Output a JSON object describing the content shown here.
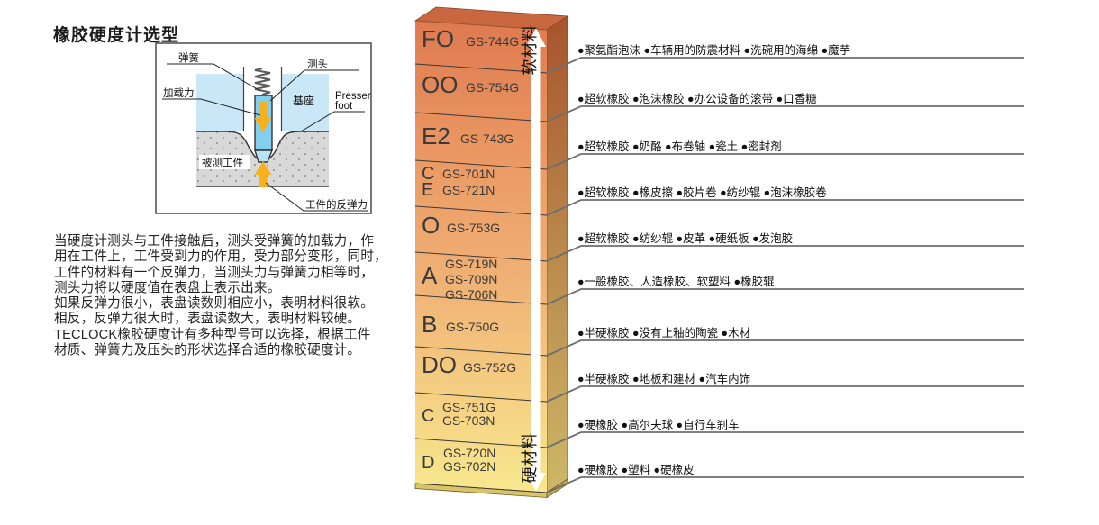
{
  "title": "橡胶硬度计选型",
  "diagram": {
    "labels": {
      "spring": "弹簧",
      "indenter": "测头",
      "load_force": "加载力",
      "base": "基座",
      "presser_foot": [
        "Presser",
        "foot"
      ],
      "workpiece": "被测工件",
      "rebound_force": "工件的反弹力"
    }
  },
  "description": {
    "text": "当硬度计测头与工件接触后，测头受弹簧的加载力，作\n用在工件上，工件受到力的作用，受力部分变形，同时，\n工件的材料有一个反弹力，当测头力与弹簧力相等时，\n测头力将以硬度值在表盘上表示出来。\n如果反弹力很小，表盘读数则相应小，表明材料很软。\n相反，反弹力很大时，表盘读数大，表明材料较硬。\nTECLOCK橡胶硬度计有多种型号可以选择，根据工件\n材质、弹簧力及压头的形状选择合适的橡胶硬度计。"
  },
  "chart": {
    "soft_label": "软材料",
    "hard_label": "硬材料",
    "rows": [
      {
        "types": [
          {
            "letter": "FO",
            "models": [
              "GS-744G"
            ]
          }
        ],
        "apps": "●聚氨酯泡沫 ●车辆用的防震材料 ●洗碗用的海绵 ●魔芋"
      },
      {
        "types": [
          {
            "letter": "OO",
            "models": [
              "GS-754G"
            ]
          }
        ],
        "apps": "●超软橡胶 ●泡沫橡胶 ●办公设备的滚带 ●口香糖"
      },
      {
        "types": [
          {
            "letter": "E2",
            "models": [
              "GS-743G"
            ]
          }
        ],
        "apps": "●超软橡胶 ●奶酪 ●布卷轴 ●瓷土 ●密封剂"
      },
      {
        "types": [
          {
            "letter": "C",
            "models": [
              "GS-701N"
            ]
          },
          {
            "letter": "E",
            "models": [
              "GS-721N"
            ]
          }
        ],
        "apps": "●超软橡胶 ●橡皮擦 ●胶片卷 ●纺纱辊 ●泡沫橡胶卷"
      },
      {
        "types": [
          {
            "letter": "O",
            "models": [
              "GS-753G"
            ]
          }
        ],
        "apps": "●超软橡胶 ●纺纱辊 ●皮革 ●硬纸板 ●发泡胶"
      },
      {
        "types": [
          {
            "letter": "A",
            "models": [
              "GS-719N",
              "GS-709N",
              "GS-706N"
            ]
          }
        ],
        "apps": "●一般橡胶、人造橡胶、软塑料 ●橡胶辊"
      },
      {
        "types": [
          {
            "letter": "B",
            "models": [
              "GS-750G"
            ]
          }
        ],
        "apps": "●半硬橡胶 ●没有上釉的陶瓷 ●木材"
      },
      {
        "types": [
          {
            "letter": "DO",
            "models": [
              "GS-752G"
            ]
          }
        ],
        "apps": "●半硬橡胶 ●地板和建材 ●汽车内饰"
      },
      {
        "types": [
          {
            "letter": "C",
            "models": [
              "GS-751G",
              "GS-703N"
            ]
          }
        ],
        "apps": "●硬橡胶 ●高尔夫球 ●自行车刹车"
      },
      {
        "types": [
          {
            "letter": "D",
            "models": [
              "GS-720N",
              "GS-702N"
            ]
          }
        ],
        "apps": "●硬橡胶 ●塑料 ●硬橡皮"
      }
    ]
  },
  "colors": {
    "bar_gradient_top": "#DE7A50",
    "bar_gradient_bottom": "#F7E88E",
    "bar_side_dark": "#A8532D",
    "base_blue": "#C9E7F7",
    "probe_blue": "#84CEEE",
    "arrow_yellow": "#F7B11E",
    "workpiece_gray": "#D8D8D8",
    "text_dark": "#3a3a3a"
  }
}
